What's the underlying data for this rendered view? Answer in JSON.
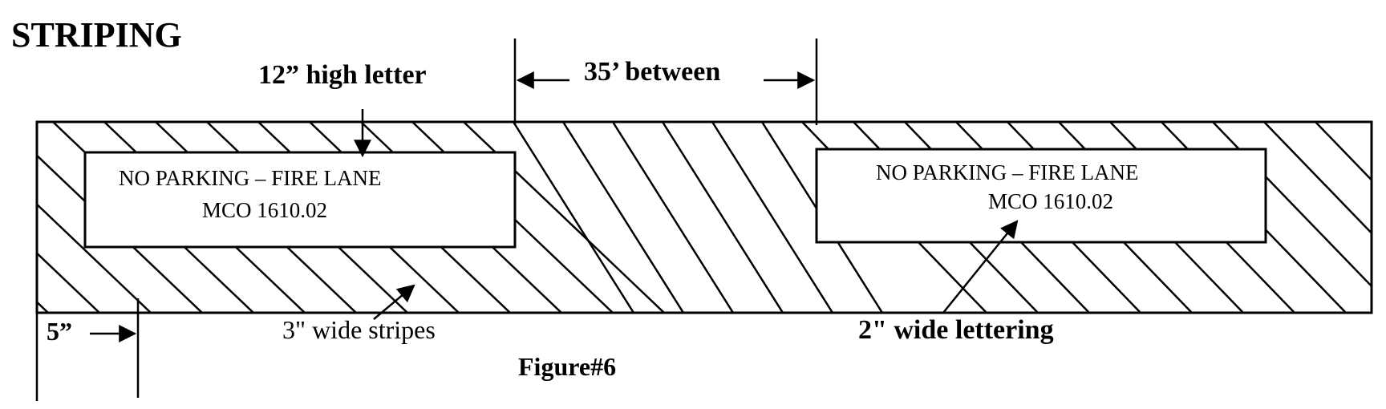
{
  "title": "STRIPING",
  "sign_left": {
    "line1": "NO PARKING – FIRE  LANE",
    "line2": "MCO 1610.02"
  },
  "sign_right": {
    "line1": "NO PARKING – FIRE LANE",
    "line2": "MCO 1610.02"
  },
  "labels": {
    "letter_height": "12” high letter",
    "spacing": "35’ between",
    "offset": "5”",
    "stripe_width": "3\" wide stripes",
    "lettering_width": "2\" wide lettering"
  },
  "caption": "Figure#6",
  "colors": {
    "ink": "#000000",
    "background": "#ffffff"
  }
}
